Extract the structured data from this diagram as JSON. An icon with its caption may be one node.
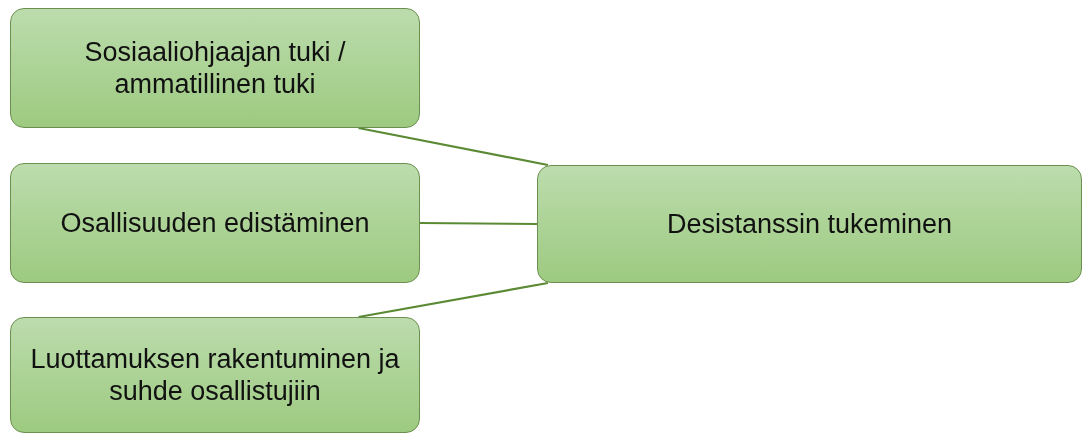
{
  "diagram": {
    "nodes": [
      {
        "text": [
          "Sosiaaliohjaajan tuki / ammatillinen tuki"
        ]
      },
      {
        "text": [
          "Osallisuuden edistäminen"
        ]
      },
      {
        "text": [
          "Luottamuksen rakentuminen ja suhde osallistujiin"
        ]
      },
      {
        "text": [
          "Desistanssin tukeminen"
        ]
      }
    ],
    "edges": [
      {
        "from": 0,
        "to": 3,
        "arrow": "none"
      },
      {
        "from": 1,
        "to": 3,
        "arrow": "none"
      },
      {
        "from": 2,
        "to": 3,
        "arrow": "none"
      }
    ]
  }
}
